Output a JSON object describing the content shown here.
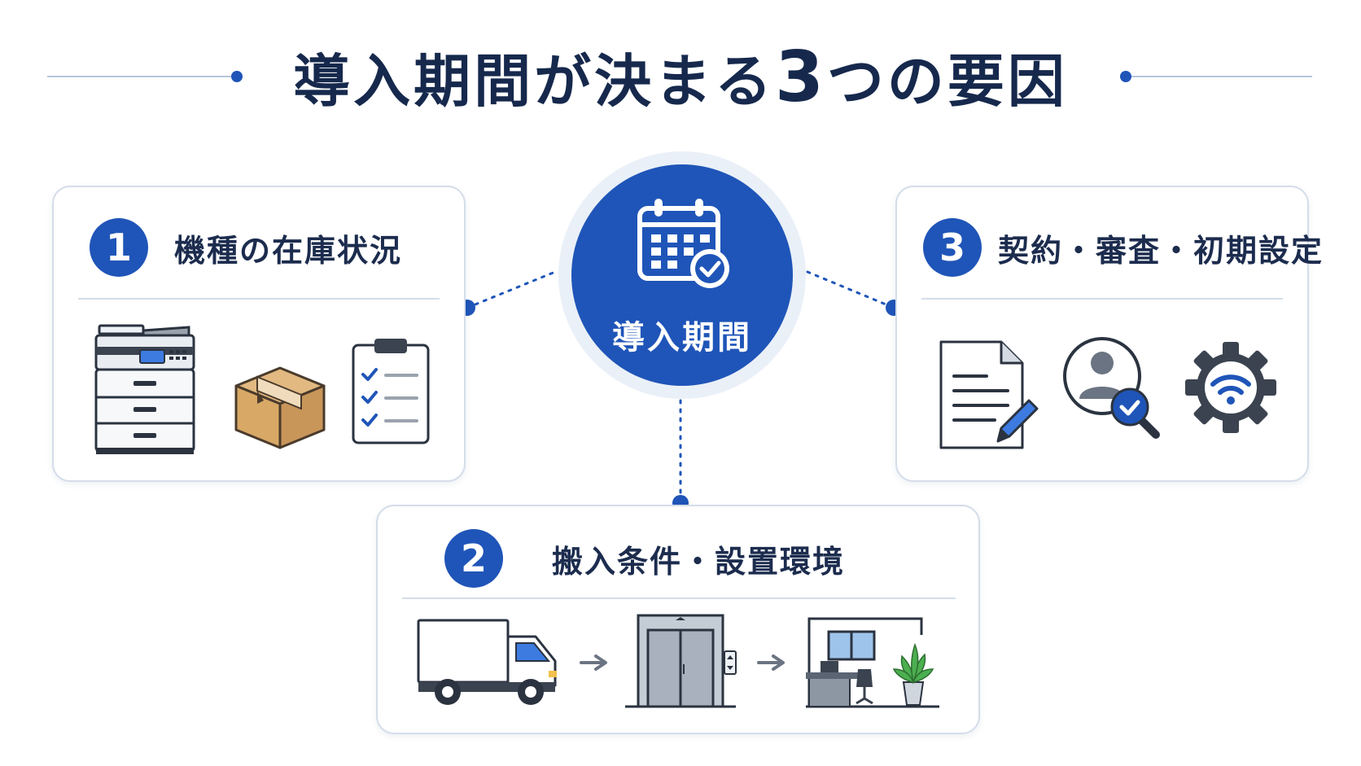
{
  "title": {
    "prefix": "導入期間が決まる",
    "number": "3",
    "suffix": "つの要因"
  },
  "center": {
    "label": "導入期間"
  },
  "factors": [
    {
      "number": "1",
      "title": "機種の在庫状況"
    },
    {
      "number": "2",
      "title": "搬入条件・設置環境"
    },
    {
      "number": "3",
      "title": "契約・審査・初期設定"
    }
  ],
  "colors": {
    "primary": "#1f55b8",
    "text": "#16294d",
    "border": "#d4dde9"
  },
  "icons": {
    "factor1": [
      "copier-icon",
      "cardboard-box-icon",
      "checklist-clipboard-icon"
    ],
    "factor2": [
      "delivery-truck-icon",
      "arrow-right-icon",
      "elevator-icon",
      "arrow-right-icon",
      "office-room-icon"
    ],
    "factor3": [
      "contract-document-icon",
      "user-verification-icon",
      "wifi-gear-icon"
    ],
    "center": "calendar-check-icon"
  }
}
